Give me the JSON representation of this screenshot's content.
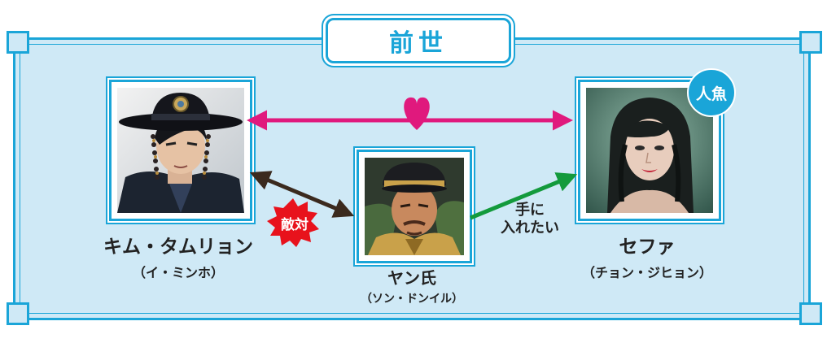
{
  "title": "前世",
  "characters": {
    "kim": {
      "name": "キム・タムリョン",
      "actor": "（イ・ミンホ）"
    },
    "yang": {
      "name": "ヤン氏",
      "actor": "（ソン・ドンイル）"
    },
    "sehwa": {
      "name": "セファ",
      "actor": "（チョン・ジヒョン）",
      "badge": "人魚"
    }
  },
  "relations": {
    "love_color": "#e0197d",
    "enemy_label": "敵対",
    "enemy_color": "#3b2a1e",
    "want_label_line1": "手に",
    "want_label_line2": "入れたい",
    "want_color": "#139a3c"
  },
  "colors": {
    "frame": "#1aa5d8",
    "panel": "#cfe9f6",
    "burst": "#e8121c"
  }
}
